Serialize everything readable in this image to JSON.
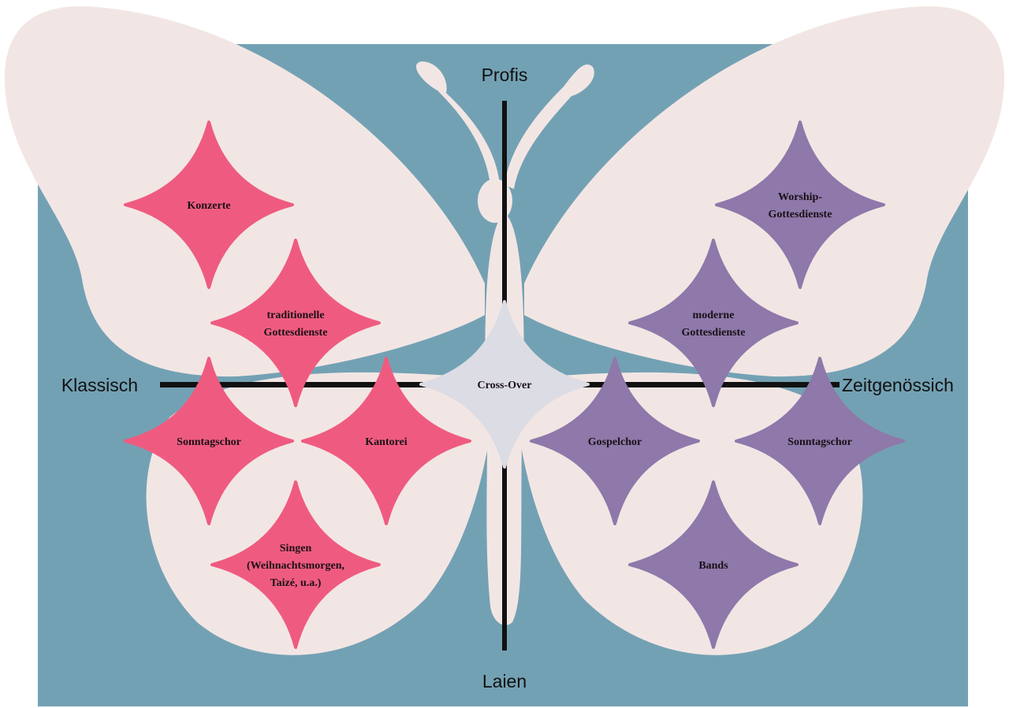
{
  "colors": {
    "background": "#73a1b4",
    "butterfly": "#f2e6e4",
    "classical": "#ef5b80",
    "contemporary": "#8f78aa",
    "crossover": "#dcdce4",
    "axis": "#111111"
  },
  "axes": {
    "top": "Profis",
    "bottom": "Laien",
    "left": "Klassisch",
    "right": "Zeitgenössich"
  },
  "stars": [
    {
      "id": "konzerte",
      "lines": [
        "Konzerte"
      ],
      "group": "classical"
    },
    {
      "id": "traditionelle-gottesdienste",
      "lines": [
        "traditionelle",
        "Gottesdienste"
      ],
      "group": "classical"
    },
    {
      "id": "sonntagschor-klassisch",
      "lines": [
        "Sonntagschor"
      ],
      "group": "classical"
    },
    {
      "id": "kantorei",
      "lines": [
        "Kantorei"
      ],
      "group": "classical"
    },
    {
      "id": "singen",
      "lines": [
        "Singen",
        "(Weihnachtsmorgen,",
        "Taizé, u.a.)"
      ],
      "group": "classical"
    },
    {
      "id": "cross-over",
      "lines": [
        "Cross-Over"
      ],
      "group": "crossover"
    },
    {
      "id": "worship-gottesdienste",
      "lines": [
        "Worship-",
        "Gottesdienste"
      ],
      "group": "contemporary"
    },
    {
      "id": "moderne-gottesdienste",
      "lines": [
        "moderne",
        "Gottesdienste"
      ],
      "group": "contemporary"
    },
    {
      "id": "gospelchor",
      "lines": [
        "Gospelchor"
      ],
      "group": "contemporary"
    },
    {
      "id": "sonntagschor-zeitgenoessisch",
      "lines": [
        "Sonntagschor"
      ],
      "group": "contemporary"
    },
    {
      "id": "bands",
      "lines": [
        "Bands"
      ],
      "group": "contemporary"
    }
  ]
}
